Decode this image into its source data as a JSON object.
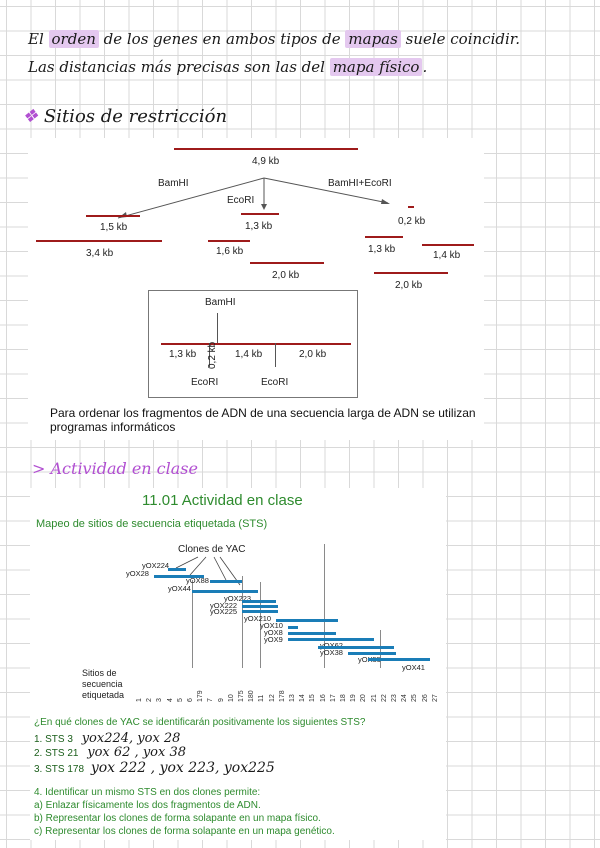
{
  "notes": {
    "line1": [
      "El ",
      "orden",
      " de los genes en ambos tipos de ",
      "mapas",
      " suele coincidir."
    ],
    "line2": [
      "Las distancias más precisas son las del ",
      "mapa físico",
      "."
    ],
    "section1_title": "Sitios de restricción",
    "section2_title": "> Actividad en clase"
  },
  "restriction": {
    "total": "4,9 kb",
    "enzyme_left": "BamHI",
    "enzyme_mid": "EcoRI",
    "enzyme_right": "BamHI+EcoRI",
    "left_frag_a": "1,5 kb",
    "left_frag_b": "3,4 kb",
    "mid_frag_a": "1,3 kb",
    "mid_frag_b": "1,6 kb",
    "mid_frag_c": "2,0 kb",
    "right_frag_a": "0,2 kb",
    "right_frag_b": "1,3 kb",
    "right_frag_c": "1,4 kb",
    "right_frag_d": "2,0 kb",
    "map_bamhi": "BamHI",
    "map_a": "1,3 kb",
    "map_b": "0,2 kb",
    "map_c": "1,4 kb",
    "map_d": "2,0 kb",
    "map_ecori_1": "EcoRI",
    "map_ecori_2": "EcoRI",
    "caption": "Para ordenar los fragmentos de ADN de una secuencia larga de ADN se utilizan programas informáticos"
  },
  "activity": {
    "title": "11.01 Actividad en clase",
    "subtitle": "Mapeo de sitios de secuencia etiquetada (STS)",
    "clones_header": "Clones de YAC",
    "clones": [
      "yOX224",
      "yOX28",
      "yOX88",
      "yOX44",
      "yOX223",
      "yOX222",
      "yOX225",
      "yOX210",
      "yOX10",
      "yOX8",
      "yOX9",
      "yOX62",
      "yOX38",
      "yOX55",
      "yOX41"
    ],
    "sts_axis_label": [
      "Sitios de",
      "secuencia",
      "etiquetada"
    ],
    "sts_sites": [
      "1",
      "2",
      "3",
      "4",
      "5",
      "6",
      "179",
      "7",
      "9",
      "10",
      "175",
      "180",
      "11",
      "12",
      "178",
      "13",
      "14",
      "15",
      "16",
      "17",
      "18",
      "19",
      "20",
      "21",
      "22",
      "23",
      "24",
      "25",
      "26",
      "27"
    ],
    "question": "¿En qué clones de YAC se identificarán positivamente los siguientes STS?",
    "q1_label": "1.   STS 3",
    "q1_answer": "yox224, yox 28",
    "q2_label": "2.   STS 21",
    "q2_answer": "yox 62 , yox 38",
    "q3_label": "3.   STS 178",
    "q3_answer": "yox 222 , yox 223, yox225",
    "q4": "4. Identificar un mismo STS en dos clones permite:",
    "q4_a": "a) Enlazar físicamente los dos fragmentos de ADN.",
    "q4_b": "b) Representar los clones de forma solapante en un mapa físico.",
    "q4_c": "c) Representar los clones de forma solapante en un mapa genético."
  },
  "colors": {
    "highlight": "#e4c8ef",
    "restriction_line": "#9e1b1b",
    "clone_bar": "#1a7db7",
    "title_green": "#2e8b2e",
    "handwriting_purple": "#b14fd1"
  }
}
